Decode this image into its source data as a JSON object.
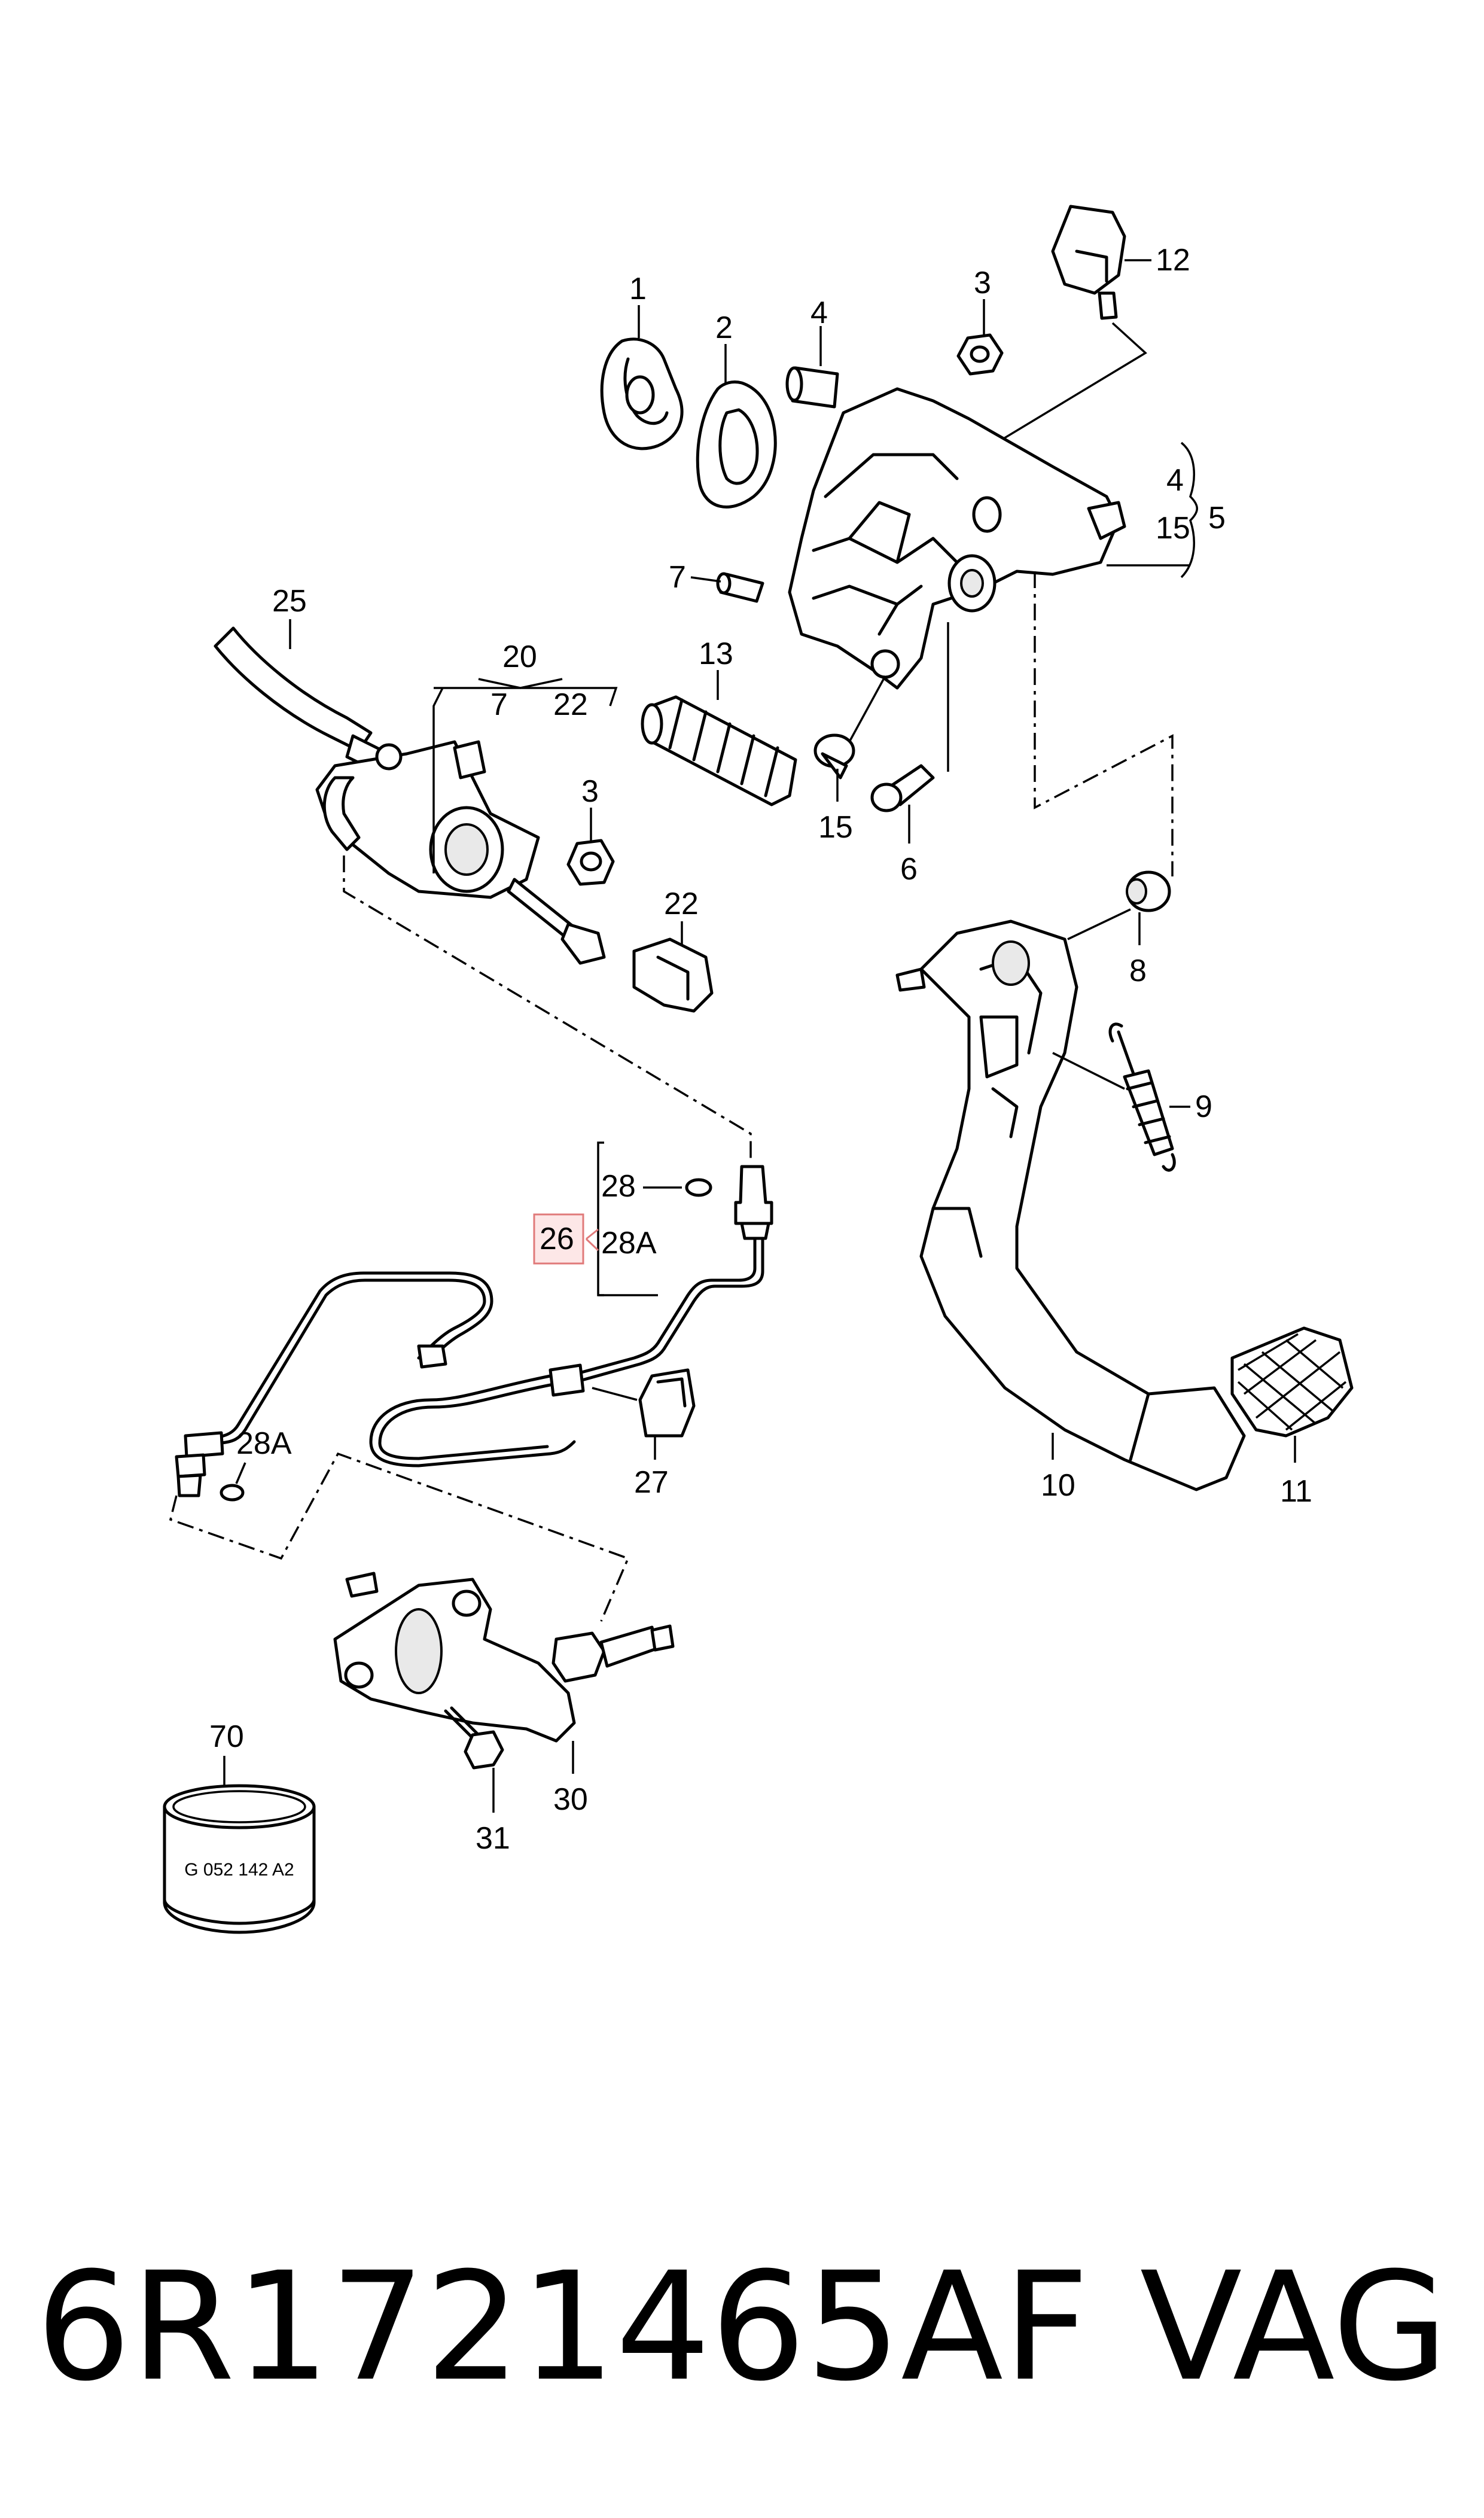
{
  "callouts": {
    "c1": "1",
    "c2": "2",
    "c3a": "3",
    "c3b": "3",
    "c4a": "4",
    "c4b": "4",
    "c5": "5",
    "c6": "6",
    "c7a": "7",
    "c7b": "7",
    "c8": "8",
    "c9": "9",
    "c10": "10",
    "c11": "11",
    "c12": "12",
    "c13": "13",
    "c15a": "15",
    "c15b": "15",
    "c20": "20",
    "c22a": "22",
    "c22b": "22",
    "c25": "25",
    "c26": "26",
    "c27": "27",
    "c28": "28",
    "c28Aa": "28A",
    "c28Ab": "28A",
    "c30": "30",
    "c31": "31",
    "c70": "70"
  },
  "sleeve_marking": "G 052 142 A2",
  "footer": {
    "part_number": "6R1721465AF",
    "brand": "VAG"
  },
  "highlight": {
    "callout": "26",
    "color": "#e07a7a",
    "fill": "#fde7e7"
  }
}
